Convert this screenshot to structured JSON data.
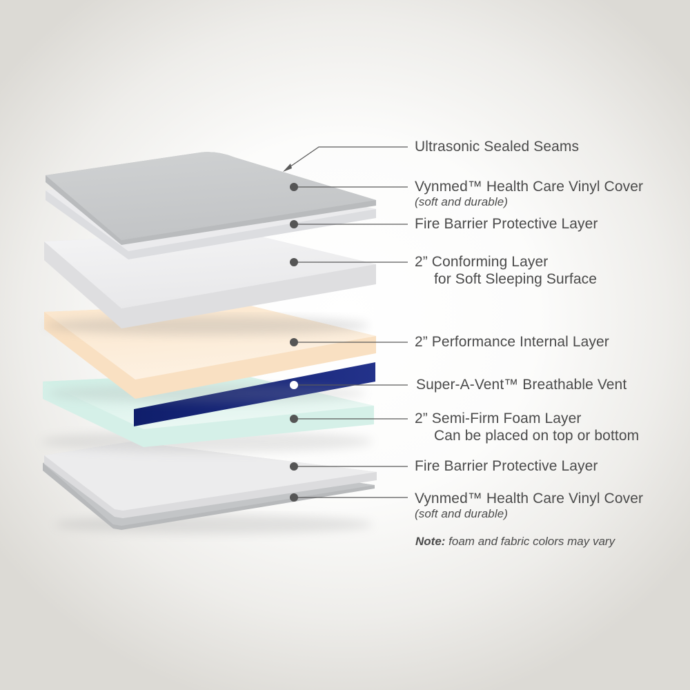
{
  "labels": {
    "seams": "Ultrasonic Sealed Seams",
    "vinyl_top": "Vynmed™ Health Care Vinyl Cover",
    "vinyl_top_sub": "(soft and durable)",
    "fire_top": "Fire Barrier Protective Layer",
    "conform_1": "2” Conforming Layer",
    "conform_2": "for Soft Sleeping Surface",
    "performance": "2” Performance Internal Layer",
    "vent": "Super-A-Vent™ Breathable Vent",
    "semifirm_1": "2” Semi-Firm Foam Layer",
    "semifirm_2": "Can be placed on top or bottom",
    "fire_bottom": "Fire Barrier Protective Layer",
    "vinyl_bottom": "Vynmed™ Health Care Vinyl Cover",
    "vinyl_bottom_sub": "(soft and durable)"
  },
  "note": {
    "bold": "Note:",
    "text": " foam and fabric colors may vary"
  },
  "colors": {
    "label_text": "#4a4a4a",
    "leader_line": "#5a5a5a",
    "vinyl": "#c9cbcd",
    "fire_barrier": "#e9ebec",
    "conforming_layer": "#ececee",
    "performance_layer": "#fbe9d3",
    "vent": "#1b2a7c",
    "semi_firm_layer": "#dff4ee"
  }
}
